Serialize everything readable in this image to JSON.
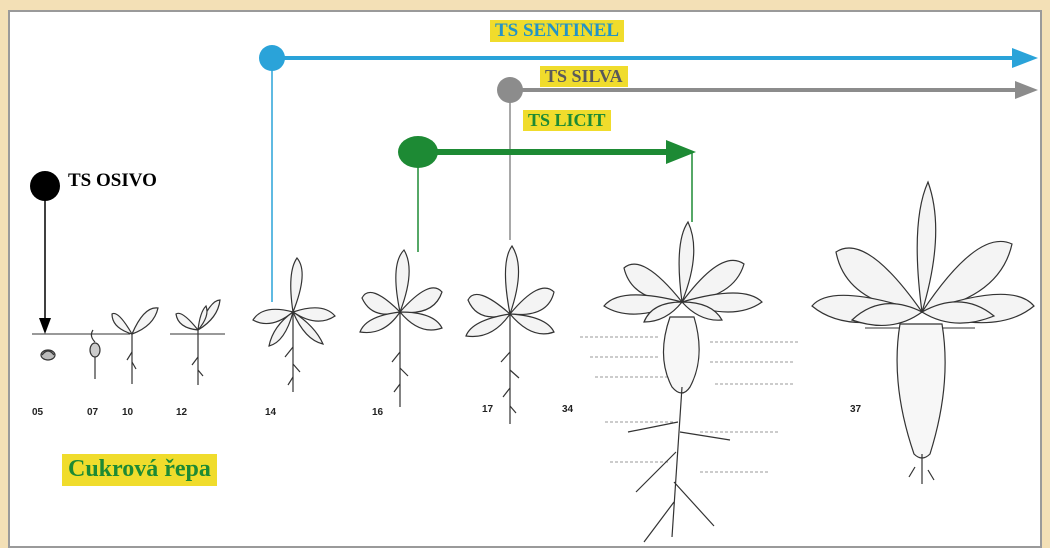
{
  "products": {
    "sentinel": {
      "label": "TS SENTINEL",
      "color": "#2aa3d9"
    },
    "silva": {
      "label": "TS SILVA",
      "color": "#8c8c8c"
    },
    "licit": {
      "label": "TS LICIT",
      "color": "#1d8a34"
    },
    "osivo": {
      "label": "TS OSIVO",
      "color": "#000000"
    }
  },
  "label_colors": {
    "sentinel": "#2493c6",
    "silva": "#5a5a5a",
    "licit": "#1d8a34",
    "highlight": "#f0dc2c"
  },
  "crop_title": "Cukrová řepa",
  "stages": [
    "05",
    "07",
    "10",
    "12",
    "14",
    "16",
    "17",
    "34",
    "37"
  ]
}
